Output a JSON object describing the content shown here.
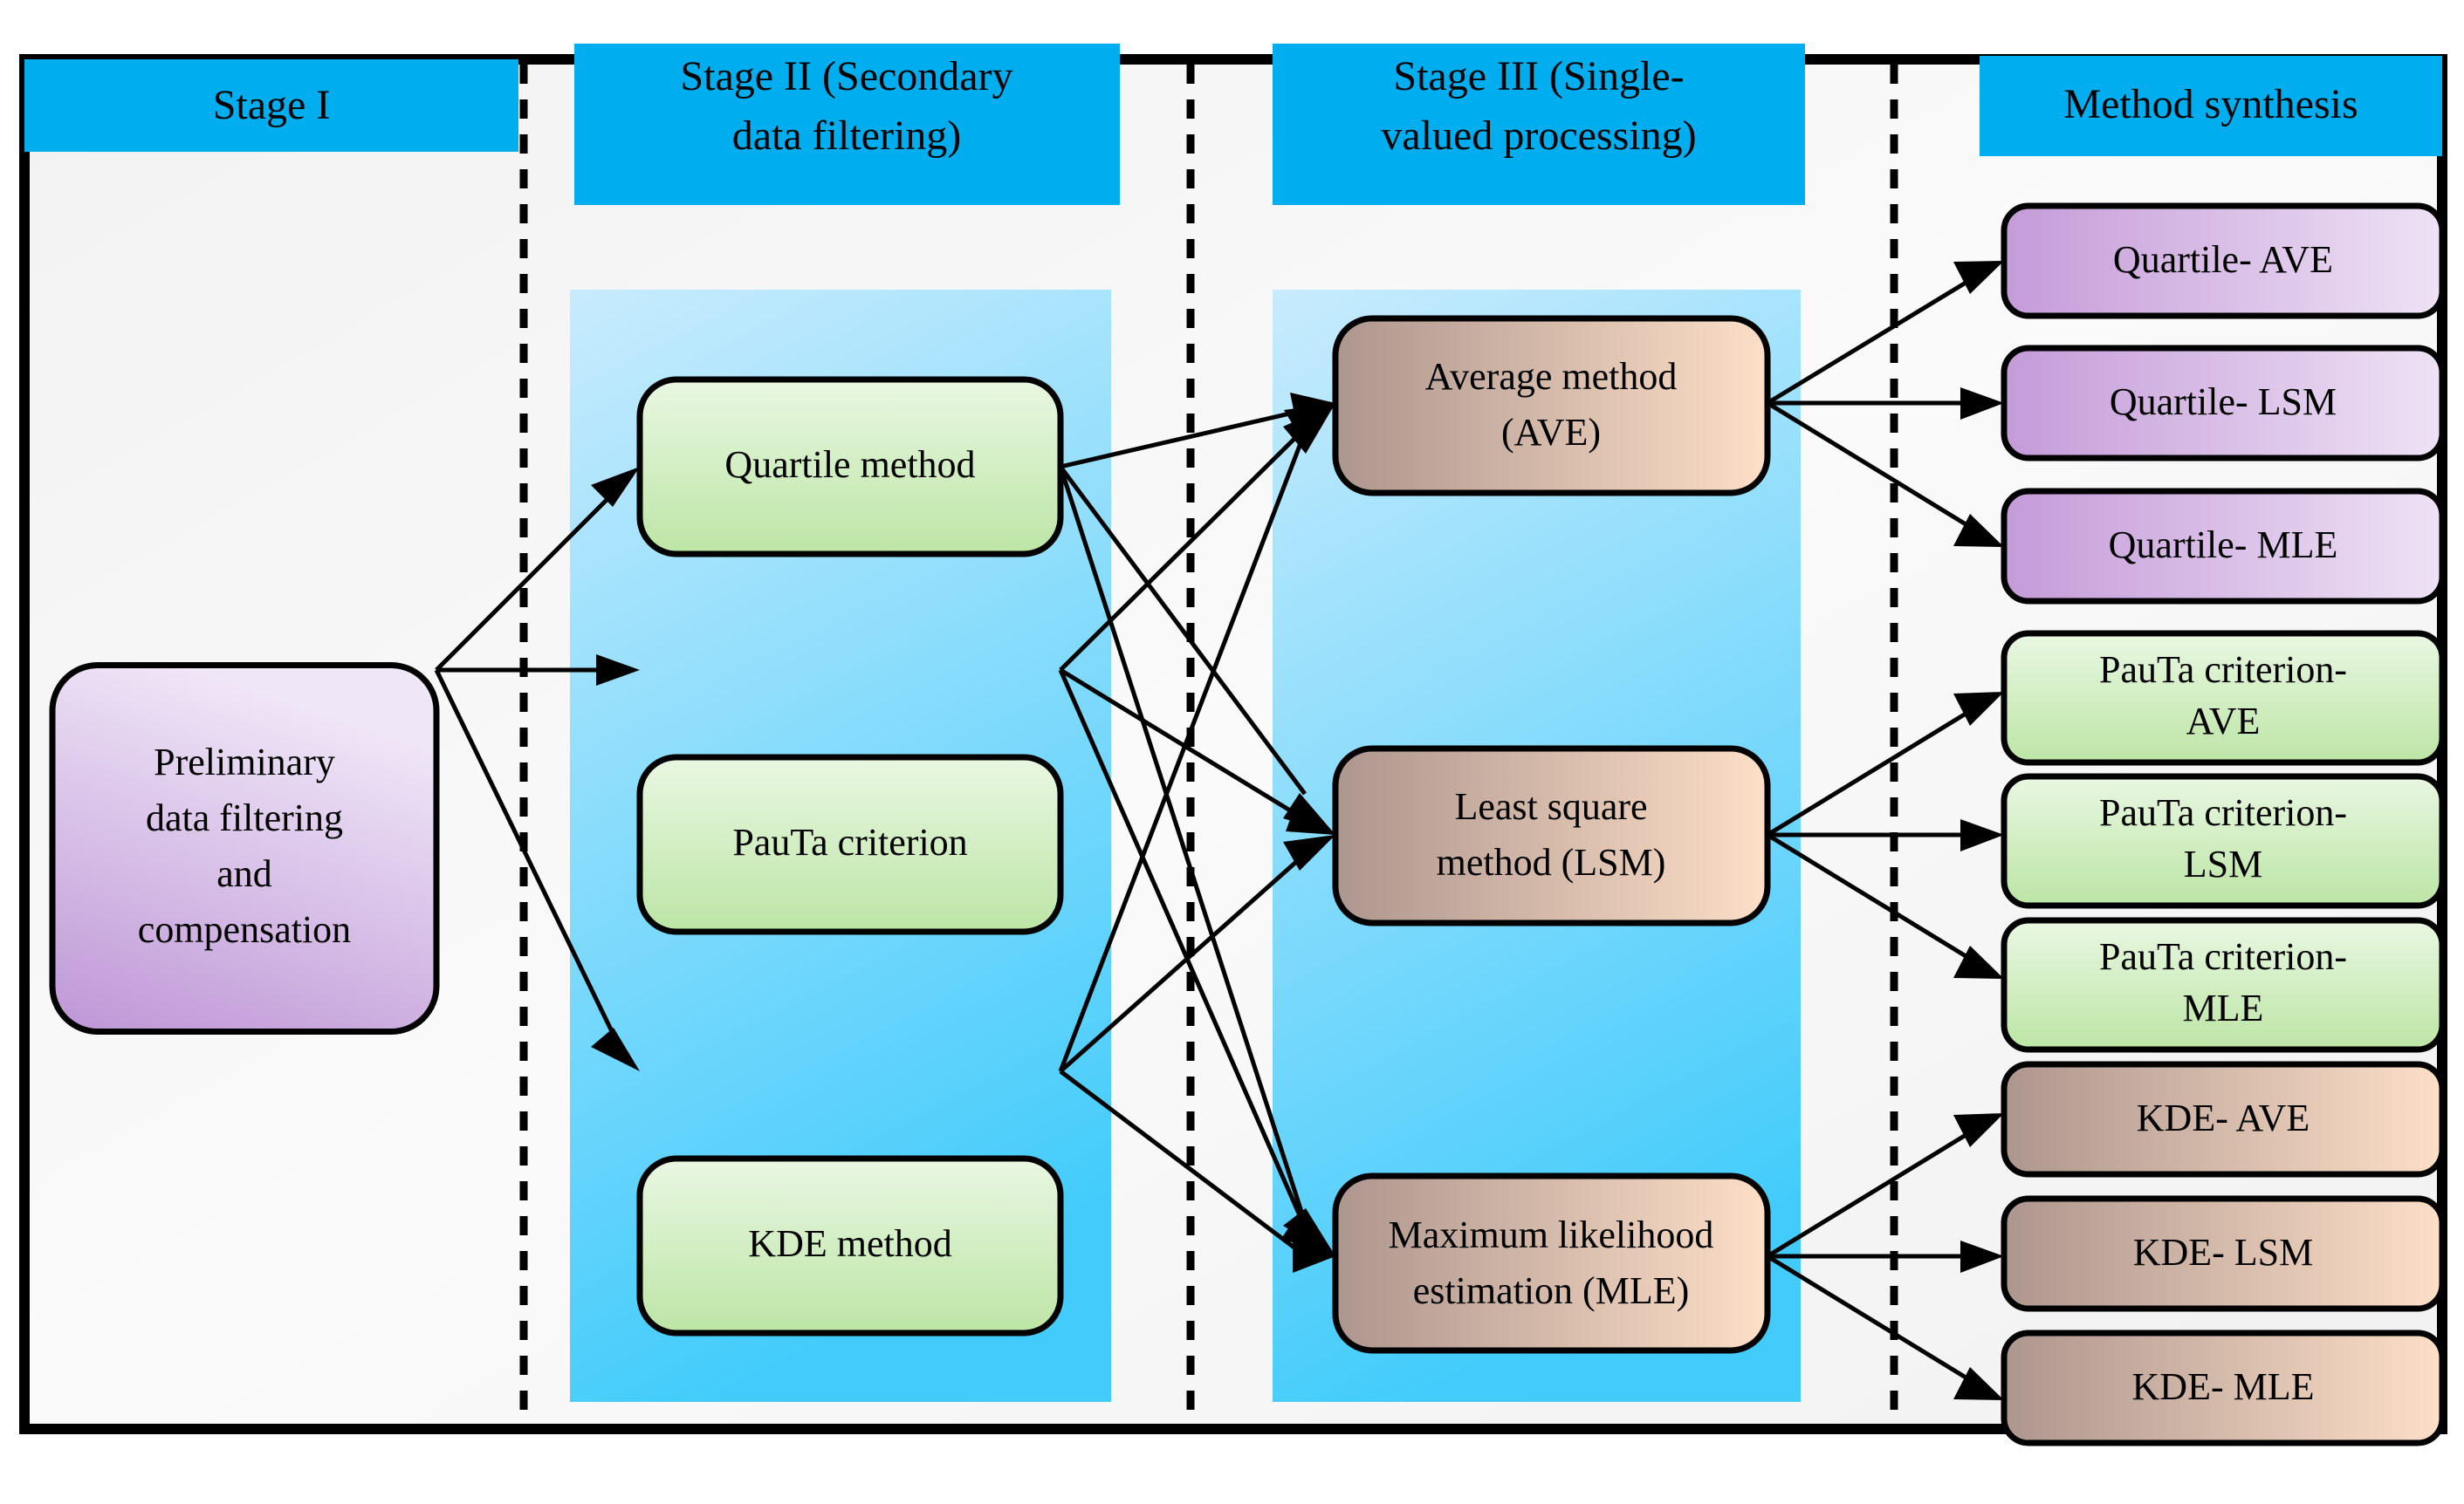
{
  "figure": {
    "title": "Three-stage data processing method synthesis flowchart",
    "frame_border_color": "#000000",
    "divider_style": "dashed"
  },
  "headers": [
    {
      "id": "stage1",
      "label": "Stage I",
      "lines": [
        "Stage I"
      ],
      "color": "#00AEEF"
    },
    {
      "id": "stage2",
      "label": "Stage II (Secondary data filtering)",
      "lines": [
        "Stage II (Secondary",
        "data filtering)"
      ],
      "color": "#00AEEF"
    },
    {
      "id": "stage3",
      "label": "Stage III (Single-valued processing)",
      "lines": [
        "Stage III (Single-",
        "valued processing)"
      ],
      "color": "#00AEEF"
    },
    {
      "id": "synthesis",
      "label": "Method synthesis",
      "lines": [
        "Method synthesis"
      ],
      "color": "#00AEEF"
    }
  ],
  "columns": {
    "stage1": {
      "band_color": "none"
    },
    "stage2": {
      "band_color": "#ADE3FB"
    },
    "stage3": {
      "band_color": "#ADE3FB"
    },
    "synthesis": {
      "band_color": "none"
    }
  },
  "stage1_nodes": [
    {
      "id": "prelim",
      "lines": [
        "Preliminary",
        "data filtering",
        "and",
        "compensation"
      ],
      "label": "Preliminary data filtering and compensation",
      "fill_from": "#C9A8DE",
      "fill_to": "#EDE2F5"
    }
  ],
  "stage2_nodes": [
    {
      "id": "quartile",
      "lines": [
        "Quartile method"
      ],
      "label": "Quartile method",
      "fill_from": "#E6F5DE",
      "fill_to": "#BFE6A8"
    },
    {
      "id": "pauta",
      "lines": [
        "PauTa criterion"
      ],
      "label": "PauTa criterion",
      "fill_from": "#E6F5DE",
      "fill_to": "#BFE6A8"
    },
    {
      "id": "kde",
      "lines": [
        "KDE method"
      ],
      "label": "KDE method",
      "fill_from": "#E6F5DE",
      "fill_to": "#BFE6A8"
    }
  ],
  "stage3_nodes": [
    {
      "id": "ave",
      "lines": [
        "Average method",
        "(AVE)"
      ],
      "label": "Average method (AVE)",
      "fill_from": "#B09A92",
      "fill_to": "#FBDCC4"
    },
    {
      "id": "lsm",
      "lines": [
        "Least square",
        "method (LSM)"
      ],
      "label": "Least square method (LSM)",
      "fill_from": "#B09A92",
      "fill_to": "#FBDCC4"
    },
    {
      "id": "mle",
      "lines": [
        "Maximum likelihood",
        "estimation (MLE)"
      ],
      "label": "Maximum likelihood estimation (MLE)",
      "fill_from": "#B09A92",
      "fill_to": "#FBDCC4"
    }
  ],
  "synthesis_nodes": [
    {
      "id": "q-ave",
      "lines": [
        "Quartile- AVE"
      ],
      "label": "Quartile- AVE",
      "group": "quartile",
      "fill_from": "#C9A0DB",
      "fill_to": "#EBDCF2"
    },
    {
      "id": "q-lsm",
      "lines": [
        "Quartile- LSM"
      ],
      "label": "Quartile- LSM",
      "group": "quartile",
      "fill_from": "#C9A0DB",
      "fill_to": "#EBDCF2"
    },
    {
      "id": "q-mle",
      "lines": [
        "Quartile- MLE"
      ],
      "label": "Quartile- MLE",
      "group": "quartile",
      "fill_from": "#C9A0DB",
      "fill_to": "#EBDCF2"
    },
    {
      "id": "p-ave",
      "lines": [
        "PauTa criterion-",
        "AVE"
      ],
      "label": "PauTa criterion- AVE",
      "group": "pauta",
      "fill_from": "#E4F5DC",
      "fill_to": "#B9E5A4"
    },
    {
      "id": "p-lsm",
      "lines": [
        "PauTa criterion-",
        "LSM"
      ],
      "label": "PauTa criterion- LSM",
      "group": "pauta",
      "fill_from": "#E4F5DC",
      "fill_to": "#B9E5A4"
    },
    {
      "id": "p-mle",
      "lines": [
        "PauTa criterion-",
        "MLE"
      ],
      "label": "PauTa criterion- MLE",
      "group": "pauta",
      "fill_from": "#E4F5DC",
      "fill_to": "#B9E5A4"
    },
    {
      "id": "k-ave",
      "lines": [
        "KDE- AVE"
      ],
      "label": "KDE- AVE",
      "group": "kde",
      "fill_from": "#B09A92",
      "fill_to": "#FBDCC4"
    },
    {
      "id": "k-lsm",
      "lines": [
        "KDE- LSM"
      ],
      "label": "KDE- LSM",
      "group": "kde",
      "fill_from": "#B09A92",
      "fill_to": "#FBDCC4"
    },
    {
      "id": "k-mle",
      "lines": [
        "KDE- MLE"
      ],
      "label": "KDE- MLE",
      "group": "kde",
      "fill_from": "#B09A92",
      "fill_to": "#FBDCC4"
    }
  ],
  "edges": [
    {
      "from": "prelim",
      "to": "quartile"
    },
    {
      "from": "prelim",
      "to": "pauta"
    },
    {
      "from": "prelim",
      "to": "kde"
    },
    {
      "from": "quartile",
      "to": "ave"
    },
    {
      "from": "quartile",
      "to": "lsm"
    },
    {
      "from": "quartile",
      "to": "mle"
    },
    {
      "from": "pauta",
      "to": "ave"
    },
    {
      "from": "pauta",
      "to": "lsm"
    },
    {
      "from": "pauta",
      "to": "mle"
    },
    {
      "from": "kde",
      "to": "ave"
    },
    {
      "from": "kde",
      "to": "lsm"
    },
    {
      "from": "kde",
      "to": "mle"
    },
    {
      "from": "ave",
      "to": "q-ave"
    },
    {
      "from": "ave",
      "to": "p-ave"
    },
    {
      "from": "ave",
      "to": "k-ave"
    },
    {
      "from": "lsm",
      "to": "q-lsm"
    },
    {
      "from": "lsm",
      "to": "p-lsm"
    },
    {
      "from": "lsm",
      "to": "k-lsm"
    },
    {
      "from": "mle",
      "to": "q-mle"
    },
    {
      "from": "mle",
      "to": "p-mle"
    },
    {
      "from": "mle",
      "to": "k-mle"
    }
  ]
}
